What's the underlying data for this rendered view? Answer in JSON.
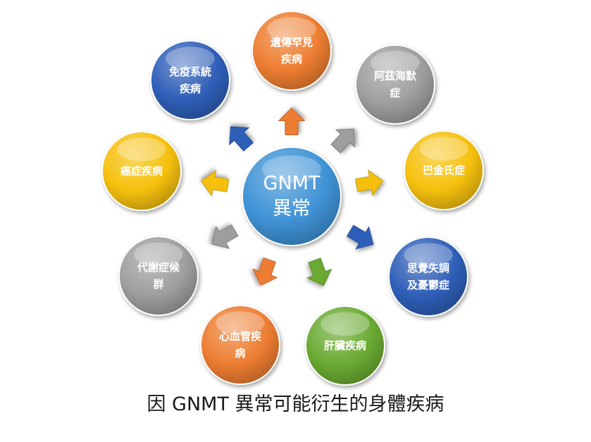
{
  "center": {
    "lines": [
      "GNMT",
      "異常"
    ],
    "color": "#3f93d6"
  },
  "nodes": [
    {
      "id": "rare-genetic",
      "lines": [
        "遺傳罕見",
        "疾病"
      ],
      "color": "#ed7d31"
    },
    {
      "id": "alzheimers",
      "lines": [
        "阿茲海默",
        "症"
      ],
      "color": "#9e9e9e"
    },
    {
      "id": "parkinsons",
      "lines": [
        "巴金氏症"
      ],
      "color": "#f5c00c"
    },
    {
      "id": "schizophrenia-depression",
      "lines": [
        "思覺失調",
        "及憂鬱症"
      ],
      "color": "#2f5fb8"
    },
    {
      "id": "liver-disease",
      "lines": [
        "肝臟疾病"
      ],
      "color": "#6aaa32"
    },
    {
      "id": "cardiovascular",
      "lines": [
        "心血管疾",
        "病"
      ],
      "color": "#ed7d31"
    },
    {
      "id": "metabolic-syndrome",
      "lines": [
        "代謝症候",
        "群"
      ],
      "color": "#9e9e9e"
    },
    {
      "id": "cancer",
      "lines": [
        "癌症疾病"
      ],
      "color": "#f5c00c"
    },
    {
      "id": "immune-disease",
      "lines": [
        "免疫系統",
        "疾病"
      ],
      "color": "#2f5fb8"
    }
  ],
  "caption": "因 GNMT 異常可能衍生的身體疾病"
}
